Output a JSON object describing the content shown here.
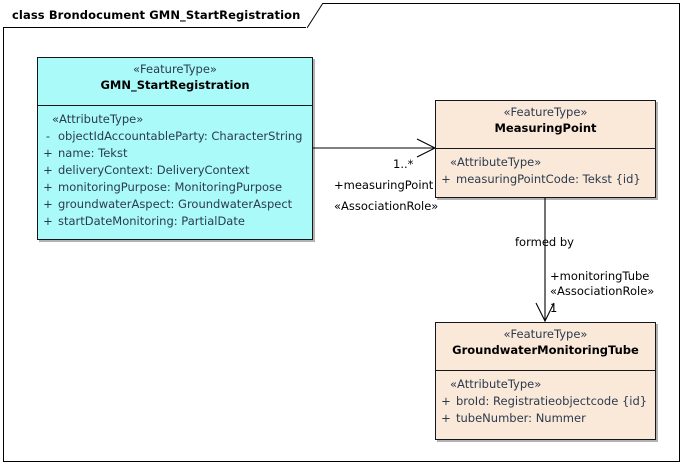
{
  "frame": {
    "title": "class Brondocument GMN_StartRegistration"
  },
  "colors": {
    "class_fill_cyan": "#aafafa",
    "class_fill_peach": "#fae8d9",
    "border": "#16161d",
    "text": "#2b3b4e",
    "background": "#ffffff"
  },
  "classes": [
    {
      "id": "gmn-startregistration",
      "stereotype": "«FeatureType»",
      "name": "GMN_StartRegistration",
      "compartment_stereotype": "«AttributeType»",
      "attributes": [
        {
          "visibility": "-",
          "text": "objectIdAccountableParty: CharacterString"
        },
        {
          "visibility": "+",
          "text": "name: Tekst"
        },
        {
          "visibility": "+",
          "text": "deliveryContext: DeliveryContext"
        },
        {
          "visibility": "+",
          "text": "monitoringPurpose: MonitoringPurpose"
        },
        {
          "visibility": "+",
          "text": "groundwaterAspect: GroundwaterAspect"
        },
        {
          "visibility": "+",
          "text": "startDateMonitoring: PartialDate"
        }
      ]
    },
    {
      "id": "measuringpoint",
      "stereotype": "«FeatureType»",
      "name": "MeasuringPoint",
      "compartment_stereotype": "«AttributeType»",
      "attributes": [
        {
          "visibility": "+",
          "text": "measuringPointCode: Tekst {id}"
        }
      ]
    },
    {
      "id": "groundwatermonitoringtube",
      "stereotype": "«FeatureType»",
      "name": "GroundwaterMonitoringTube",
      "compartment_stereotype": "«AttributeType»",
      "attributes": [
        {
          "visibility": "+",
          "text": "broId: Registratieobjectcode {id}"
        },
        {
          "visibility": "+",
          "text": "tubeNumber: Nummer"
        }
      ]
    }
  ],
  "associations": [
    {
      "id": "gmn-to-measuringpoint",
      "source": "GMN_StartRegistration",
      "target": "MeasuringPoint",
      "multiplicity": "1..*",
      "role": "+measuringPoint",
      "stereotype": "«AssociationRole»"
    },
    {
      "id": "measuringpoint-to-tube",
      "source": "MeasuringPoint",
      "target": "GroundwaterMonitoringTube",
      "name": "formed by",
      "multiplicity": "1",
      "role": "+monitoringTube",
      "stereotype": "«AssociationRole»"
    }
  ]
}
